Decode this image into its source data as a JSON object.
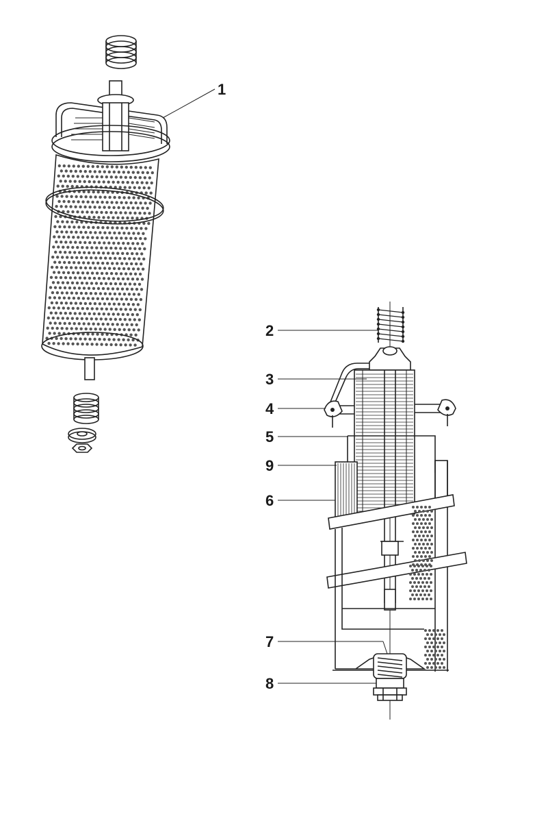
{
  "callouts": [
    {
      "id": "1"
    },
    {
      "id": "2"
    },
    {
      "id": "3"
    },
    {
      "id": "4"
    },
    {
      "id": "5"
    },
    {
      "id": "9"
    },
    {
      "id": "6"
    },
    {
      "id": "7"
    },
    {
      "id": "8"
    }
  ],
  "colors": {
    "line": "#222222",
    "holes": "#555555",
    "background": "#ffffff"
  }
}
